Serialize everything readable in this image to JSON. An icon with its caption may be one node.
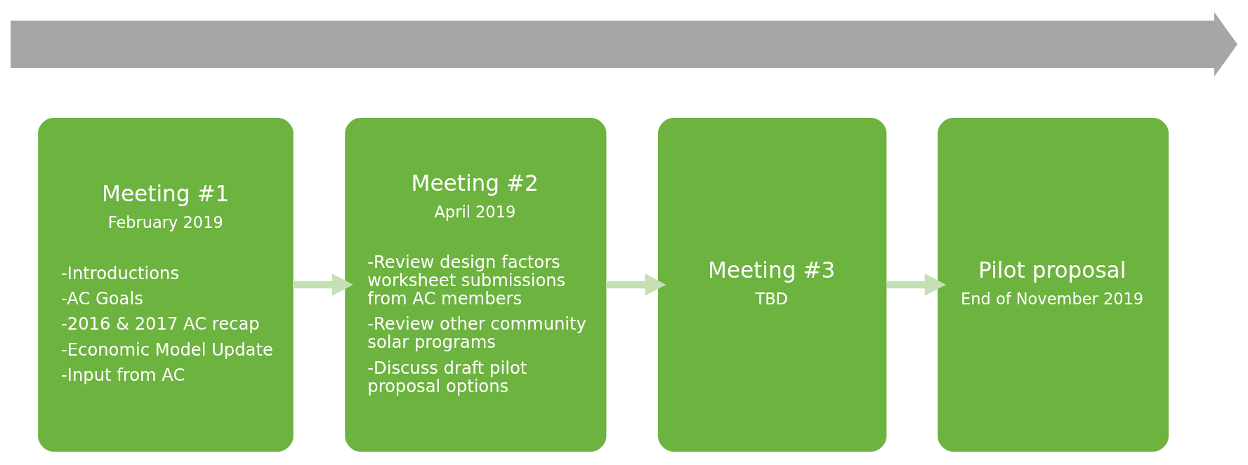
{
  "diagram": {
    "nodes": [
      {
        "text": [],
        "shape": "arrow"
      },
      {
        "text": [
          "Meeting #1",
          "February 2019",
          "-Introductions",
          "-AC Goals",
          "-2016 & 2017 AC recap",
          "-Economic Model Update",
          "-Input from AC"
        ]
      },
      {
        "text": [
          "Meeting #2",
          "April 2019",
          "-Review design factors worksheet submissions from AC members",
          "-Review other community solar programs",
          "-Discuss draft pilot proposal options"
        ]
      },
      {
        "text": [
          "Meeting #3",
          "TBD"
        ]
      },
      {
        "text": [
          "Pilot proposal",
          "End of November 2019"
        ]
      }
    ],
    "edges": [
      {
        "from": 1,
        "to": 2,
        "arrow": "to"
      },
      {
        "from": 2,
        "to": 3,
        "arrow": "to"
      },
      {
        "from": 3,
        "to": 4,
        "arrow": "to"
      }
    ]
  }
}
